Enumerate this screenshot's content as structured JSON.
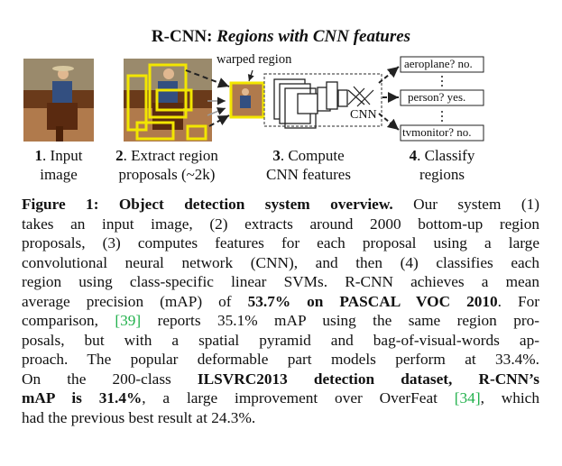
{
  "figure": {
    "title_bold": "R-CNN:",
    "title_italic": "Regions with CNN features",
    "warped_label": "warped region",
    "cnn_label": "CNN",
    "outputs": [
      "aeroplane? no.",
      "person? yes.",
      "tvmonitor? no."
    ],
    "steps": [
      {
        "num": "1",
        "line1": ". Input",
        "line2": "image"
      },
      {
        "num": "2",
        "line1": ". Extract region",
        "line2": "proposals (~2k)"
      },
      {
        "num": "3",
        "line1": ". Compute",
        "line2": "CNN features"
      },
      {
        "num": "4",
        "line1": ". Classify",
        "line2": "regions"
      }
    ],
    "colors": {
      "proposal_box": "#f2e600",
      "dashed": "#555555"
    }
  },
  "caption": {
    "l1_bold": "Figure 1: Object detection system overview.",
    "l1_rest": " Our system (1)",
    "l2": "takes an input image, (2) extracts around 2000 bottom-up region",
    "l3": "proposals, (3) computes features for each proposal using a large",
    "l4": "convolutional neural network (CNN), and then (4) classifies each",
    "l5": "region using class-specific linear SVMs. R-CNN achieves a mean",
    "l6_a": "average precision (mAP) of ",
    "l6_bold": "53.7% on PASCAL VOC 2010",
    "l6_b": ". For",
    "l7_a": "comparison, ",
    "l7_ref": "[39]",
    "l7_b": " reports 35.1% mAP using the same region pro-",
    "l8": "posals, but with a spatial pyramid and bag-of-visual-words ap-",
    "l9": "proach. The popular deformable part models perform at 33.4%.",
    "l10_a": "On the 200-class ",
    "l10_bold": "ILSVRC2013 detection dataset, R-CNN’s",
    "l11_bold": "mAP is 31.4%",
    "l11_a": ", a large improvement over OverFeat ",
    "l11_ref": "[34]",
    "l11_b": ", which",
    "l12": "had the previous best result at 24.3%.",
    "ref_color": "#22b14c"
  }
}
